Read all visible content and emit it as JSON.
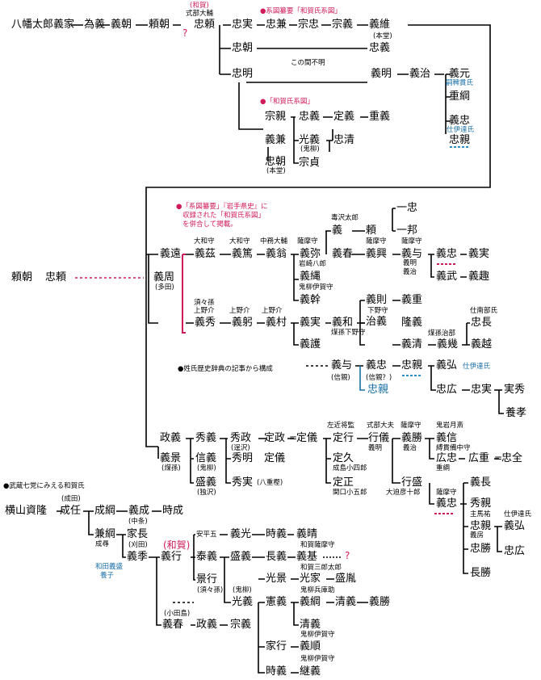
{
  "colors": {
    "line": "#000000",
    "accent": "#d11a5a",
    "blue": "#1a6fa8",
    "dash_blue": "#2b8fc9"
  },
  "nodes": {
    "n1": "八幡太郎義家",
    "n2": "為義",
    "n3": "義朝",
    "n4": "頼朝",
    "n5": "忠頼",
    "n6": "忠実",
    "n7": "忠兼",
    "n8": "宗忠",
    "n9": "宗義",
    "n10": "義維",
    "n11": "忠朝",
    "n12": "忠義",
    "n13": "忠明",
    "n14": "義明",
    "n15": "義治",
    "n16": "義元",
    "n17": "重綱",
    "n18": "義忠",
    "n19": "忠親",
    "n20": "宗親",
    "n21": "忠義",
    "n22": "定義",
    "n23": "重義",
    "n24": "義兼",
    "n25": "光義",
    "n26": "忠清",
    "n27": "忠朝",
    "n28": "宗貞",
    "n29": "頼朝",
    "n30": "忠頼",
    "n31": "義遠",
    "n32": "義茲",
    "n33": "義篤",
    "n34": "義翁",
    "n35": "義弥",
    "n36": "義",
    "n37": "頼",
    "n38": "一忠",
    "n39": "一邦",
    "n40": "義春",
    "n41": "義興",
    "n42": "義与",
    "n43": "義忠",
    "n44": "義実",
    "n45": "義縄",
    "n46": "義幹",
    "n47": "義武",
    "n48": "義趣",
    "n49": "義周",
    "n50": "義秀",
    "n51": "義躬",
    "n52": "義村",
    "n53": "義実",
    "n54": "義和",
    "n55": "義則",
    "n56": "義重",
    "n57": "治義",
    "n58": "隆義",
    "n59": "義清",
    "n60": "義幾",
    "n61": "忠長",
    "n62": "義越",
    "n63": "義護",
    "n64": "義与",
    "n65": "義忠",
    "n66": "忠親",
    "n67": "忠親",
    "n68": "義弘",
    "n69": "忠広",
    "n70": "忠実",
    "n71": "実秀",
    "n72": "養孝",
    "n73": "政義",
    "n74": "秀義",
    "n75": "秀政",
    "n76": "定政",
    "n77": "定儀",
    "n78": "定行",
    "n79": "行儀",
    "n80": "義勝",
    "n81": "義信",
    "n82": "義景",
    "n83": "信義",
    "n84": "秀明",
    "n85": "定儀",
    "n86": "定久",
    "n87": "広忠",
    "n88": "広重",
    "n89": "忠全",
    "n90": "盛義",
    "n91": "秀実",
    "n92": "定正",
    "n93": "行盛",
    "n94": "横山資隆",
    "n95": "成任",
    "n96": "成綱",
    "n97": "義成",
    "n98": "時成",
    "n99": "兼綱",
    "n100": "家長",
    "n101": "義季",
    "n102": "義行",
    "n103": "安平五",
    "n104": "義光",
    "n105": "時義",
    "n106": "義晴",
    "n107": "泰義",
    "n108": "盛義",
    "n109": "長義",
    "n110": "義基",
    "n111": "景行",
    "n112": "光義",
    "n113": "光景",
    "n114": "光家",
    "n115": "盛胤",
    "n116": "憲義",
    "n117": "義綱",
    "n118": "清義",
    "n119": "義勝",
    "n120": "清義",
    "n121": "家行",
    "n122": "義順",
    "n123": "時義",
    "n124": "継義",
    "n125": "義春",
    "n126": "政義",
    "n127": "宗義",
    "n128": "義長",
    "n129": "義忠",
    "n130": "秀親",
    "n131": "忠親",
    "n132": "義弘",
    "n133": "忠勝",
    "n134": "忠広",
    "n135": "長勝"
  },
  "notes": {
    "a1": "(和賀)",
    "a2": "式部大輔",
    "a3": "?",
    "a4": "●系図纂要「和賀氏系図」",
    "a5": "(本堂)",
    "a6": "この間不明",
    "a7": "嗣稗貫氏",
    "a8": "仕伊達氏",
    "a9": "●「和賀氏系図」",
    "a10": "(鬼柳)",
    "a11": "(本堂)",
    "a12": "●「系図纂要」『岩手県史』に",
    "a13": "収録された「和賀氏系図」",
    "a14": "を併合して掲載。",
    "a15": "毒沢太郎",
    "a16": "大和守",
    "a17": "大和守",
    "a18": "中務大輔",
    "a19": "薩摩守",
    "a20": "薩摩守",
    "a21": "薩摩守",
    "a22": "岩崎八郎",
    "a23": "鬼柳伊賀守",
    "a24": "義明",
    "a25": "義治",
    "a26": "(多田)",
    "a27": "須々孫",
    "a28": "上野介",
    "a29": "上野介",
    "a30": "上野介",
    "a31": "下野守",
    "a32": "煤孫下野守",
    "a33": "煤孫治部",
    "a34": "仕南部氏",
    "a35": "●姓氏歴史辞典の記事から構成",
    "a36": "(信親)",
    "a37": "(信親？)",
    "a38": "仕伊達氏",
    "a39": "(煤孫)",
    "a40": "(逞沢)",
    "a41": "(鬼柳)",
    "a42": "(独沢)",
    "a43": "(八重樫)",
    "a44": "左近将監",
    "a45": "式部大夫",
    "a46": "薩摩守",
    "a47": "鬼岩月斎",
    "a48": "義明",
    "a49": "義治",
    "a50": "縛貫備中守",
    "a51": "重綱",
    "a52": "成島小四郎",
    "a53": "関口小五郎",
    "a54": "大迫彦十郎",
    "a55": "薩摩守",
    "a56": "●武蔵七党にみえる和賀氏",
    "a57": "(成田)",
    "a58": "(中条)",
    "a59": "成尋",
    "a60": "(刈田)",
    "a61": "和田義盛",
    "a62": "養子",
    "a63": "(和賀)",
    "a64": "和賀薩摩守",
    "a65": "(須々孫)",
    "a66": "(鬼柳)",
    "a67": "和賀三郎太郎",
    "a68": "鬼柳兵庫助",
    "a69": "鬼柳伊賀守",
    "a70": "鬼柳伊賀守",
    "a71": "(小田島)",
    "a72": "?",
    "a73": "主馬祐",
    "a74": "義房",
    "a75": "仕伊達氏"
  }
}
